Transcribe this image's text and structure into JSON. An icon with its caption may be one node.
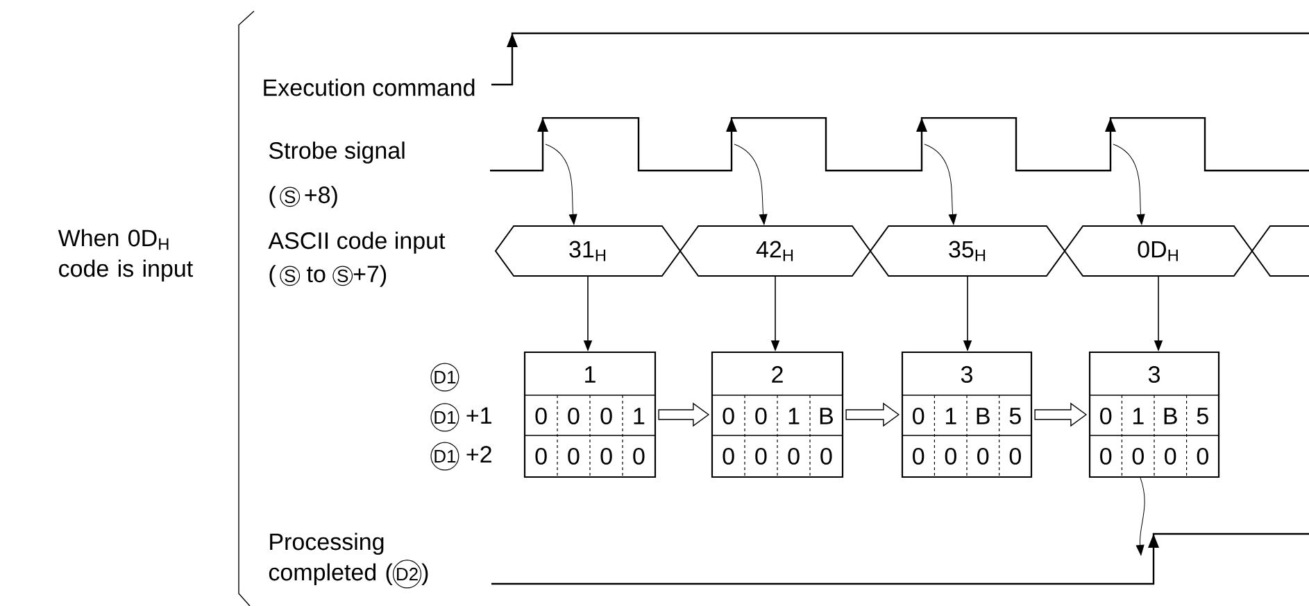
{
  "diagram": {
    "nodes": [
      {
        "text": [
          "31$_{H}$"
        ]
      },
      {
        "text": [
          "42$_{H}$"
        ]
      },
      {
        "text": [
          "35$_{H}$"
        ]
      },
      {
        "text": [
          "0D$_{H}$"
        ]
      },
      {
        "text": [],
        "shape": "hexagon"
      },
      {
        "text": [
          "1",
          "0",
          "0",
          "0",
          "1",
          "0",
          "0",
          "0",
          "0"
        ]
      },
      {
        "text": [
          "2",
          "0",
          "0",
          "1",
          "B",
          "0",
          "0",
          "0",
          "0"
        ]
      },
      {
        "text": [
          "3",
          "0",
          "1",
          "B",
          "5",
          "0",
          "0",
          "0",
          "0"
        ]
      },
      {
        "text": [
          "3",
          "0",
          "1",
          "B",
          "5",
          "0",
          "0",
          "0",
          "0"
        ]
      }
    ],
    "edges": [
      {
        "from": 0,
        "to": 5,
        "arrow": "to"
      },
      {
        "from": 1,
        "to": 6,
        "arrow": "to"
      },
      {
        "from": 2,
        "to": 7,
        "arrow": "to"
      },
      {
        "from": 3,
        "to": 8,
        "arrow": "to"
      },
      {
        "from": 5,
        "to": 6,
        "arrow": "to"
      },
      {
        "from": 6,
        "to": 7,
        "arrow": "to"
      },
      {
        "from": 7,
        "to": 8,
        "arrow": "to"
      },
      {
        "from": null,
        "to": 0,
        "arrow": "to"
      },
      {
        "from": null,
        "to": 1,
        "arrow": "to"
      },
      {
        "from": null,
        "to": 2,
        "arrow": "to"
      },
      {
        "from": null,
        "to": 3,
        "arrow": "to"
      },
      {
        "from": 8,
        "to": null,
        "arrow": "to"
      }
    ],
    "labels": [
      "When 0D$_{H}$ code is input",
      "Execution command",
      "Strobe signal",
      "(",
      "S",
      "+8)",
      "ASCII code input",
      "(",
      "S",
      "to",
      "S",
      "+7)",
      "D1",
      "D1",
      "+1",
      "D1",
      "+2",
      "Processing completed (",
      "D2",
      ")"
    ]
  }
}
